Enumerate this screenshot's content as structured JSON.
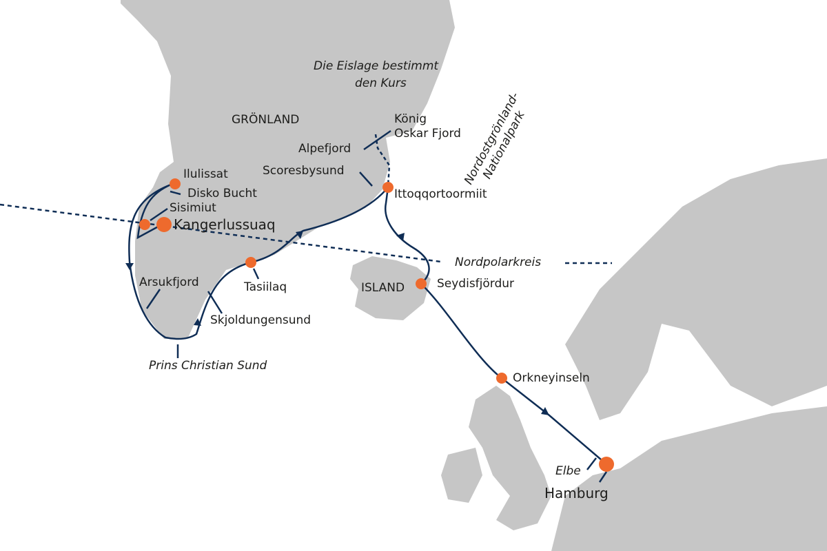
{
  "colors": {
    "land": "#c6c6c6",
    "route": "#0f2d55",
    "stop": "#ee6a2d",
    "text": "#1d1d1b"
  },
  "regions": {
    "greenland": "GRÖNLAND",
    "iceland": "ISLAND"
  },
  "annotations": {
    "ice_line1": "Die Eislage bestimmt",
    "ice_line2": "den Kurs",
    "park_line1": "Nordostgrönland-",
    "park_line2": "Nationalpark",
    "polar_circle": "Nordpolarkreis"
  },
  "places": {
    "ilulissat": "Ilulissat",
    "disko": "Disko Bucht",
    "sisimiut": "Sisimiut",
    "kangerlussuaq": "Kangerlussuaq",
    "arsukfjord": "Arsukfjord",
    "prins_christian": "Prins Christian Sund",
    "skjoldungen": "Skjoldungensund",
    "tasiilaq": "Tasiilaq",
    "koenig1": "König",
    "koenig2": "Oskar Fjord",
    "alpefjord": "Alpefjord",
    "scoresbysund": "Scoresbysund",
    "ittoqqortoormiit": "Ittoqqortoormiit",
    "seydisfjordur": "Seydisfjördur",
    "orkney": "Orkneyinseln",
    "elbe": "Elbe",
    "hamburg": "Hamburg"
  }
}
